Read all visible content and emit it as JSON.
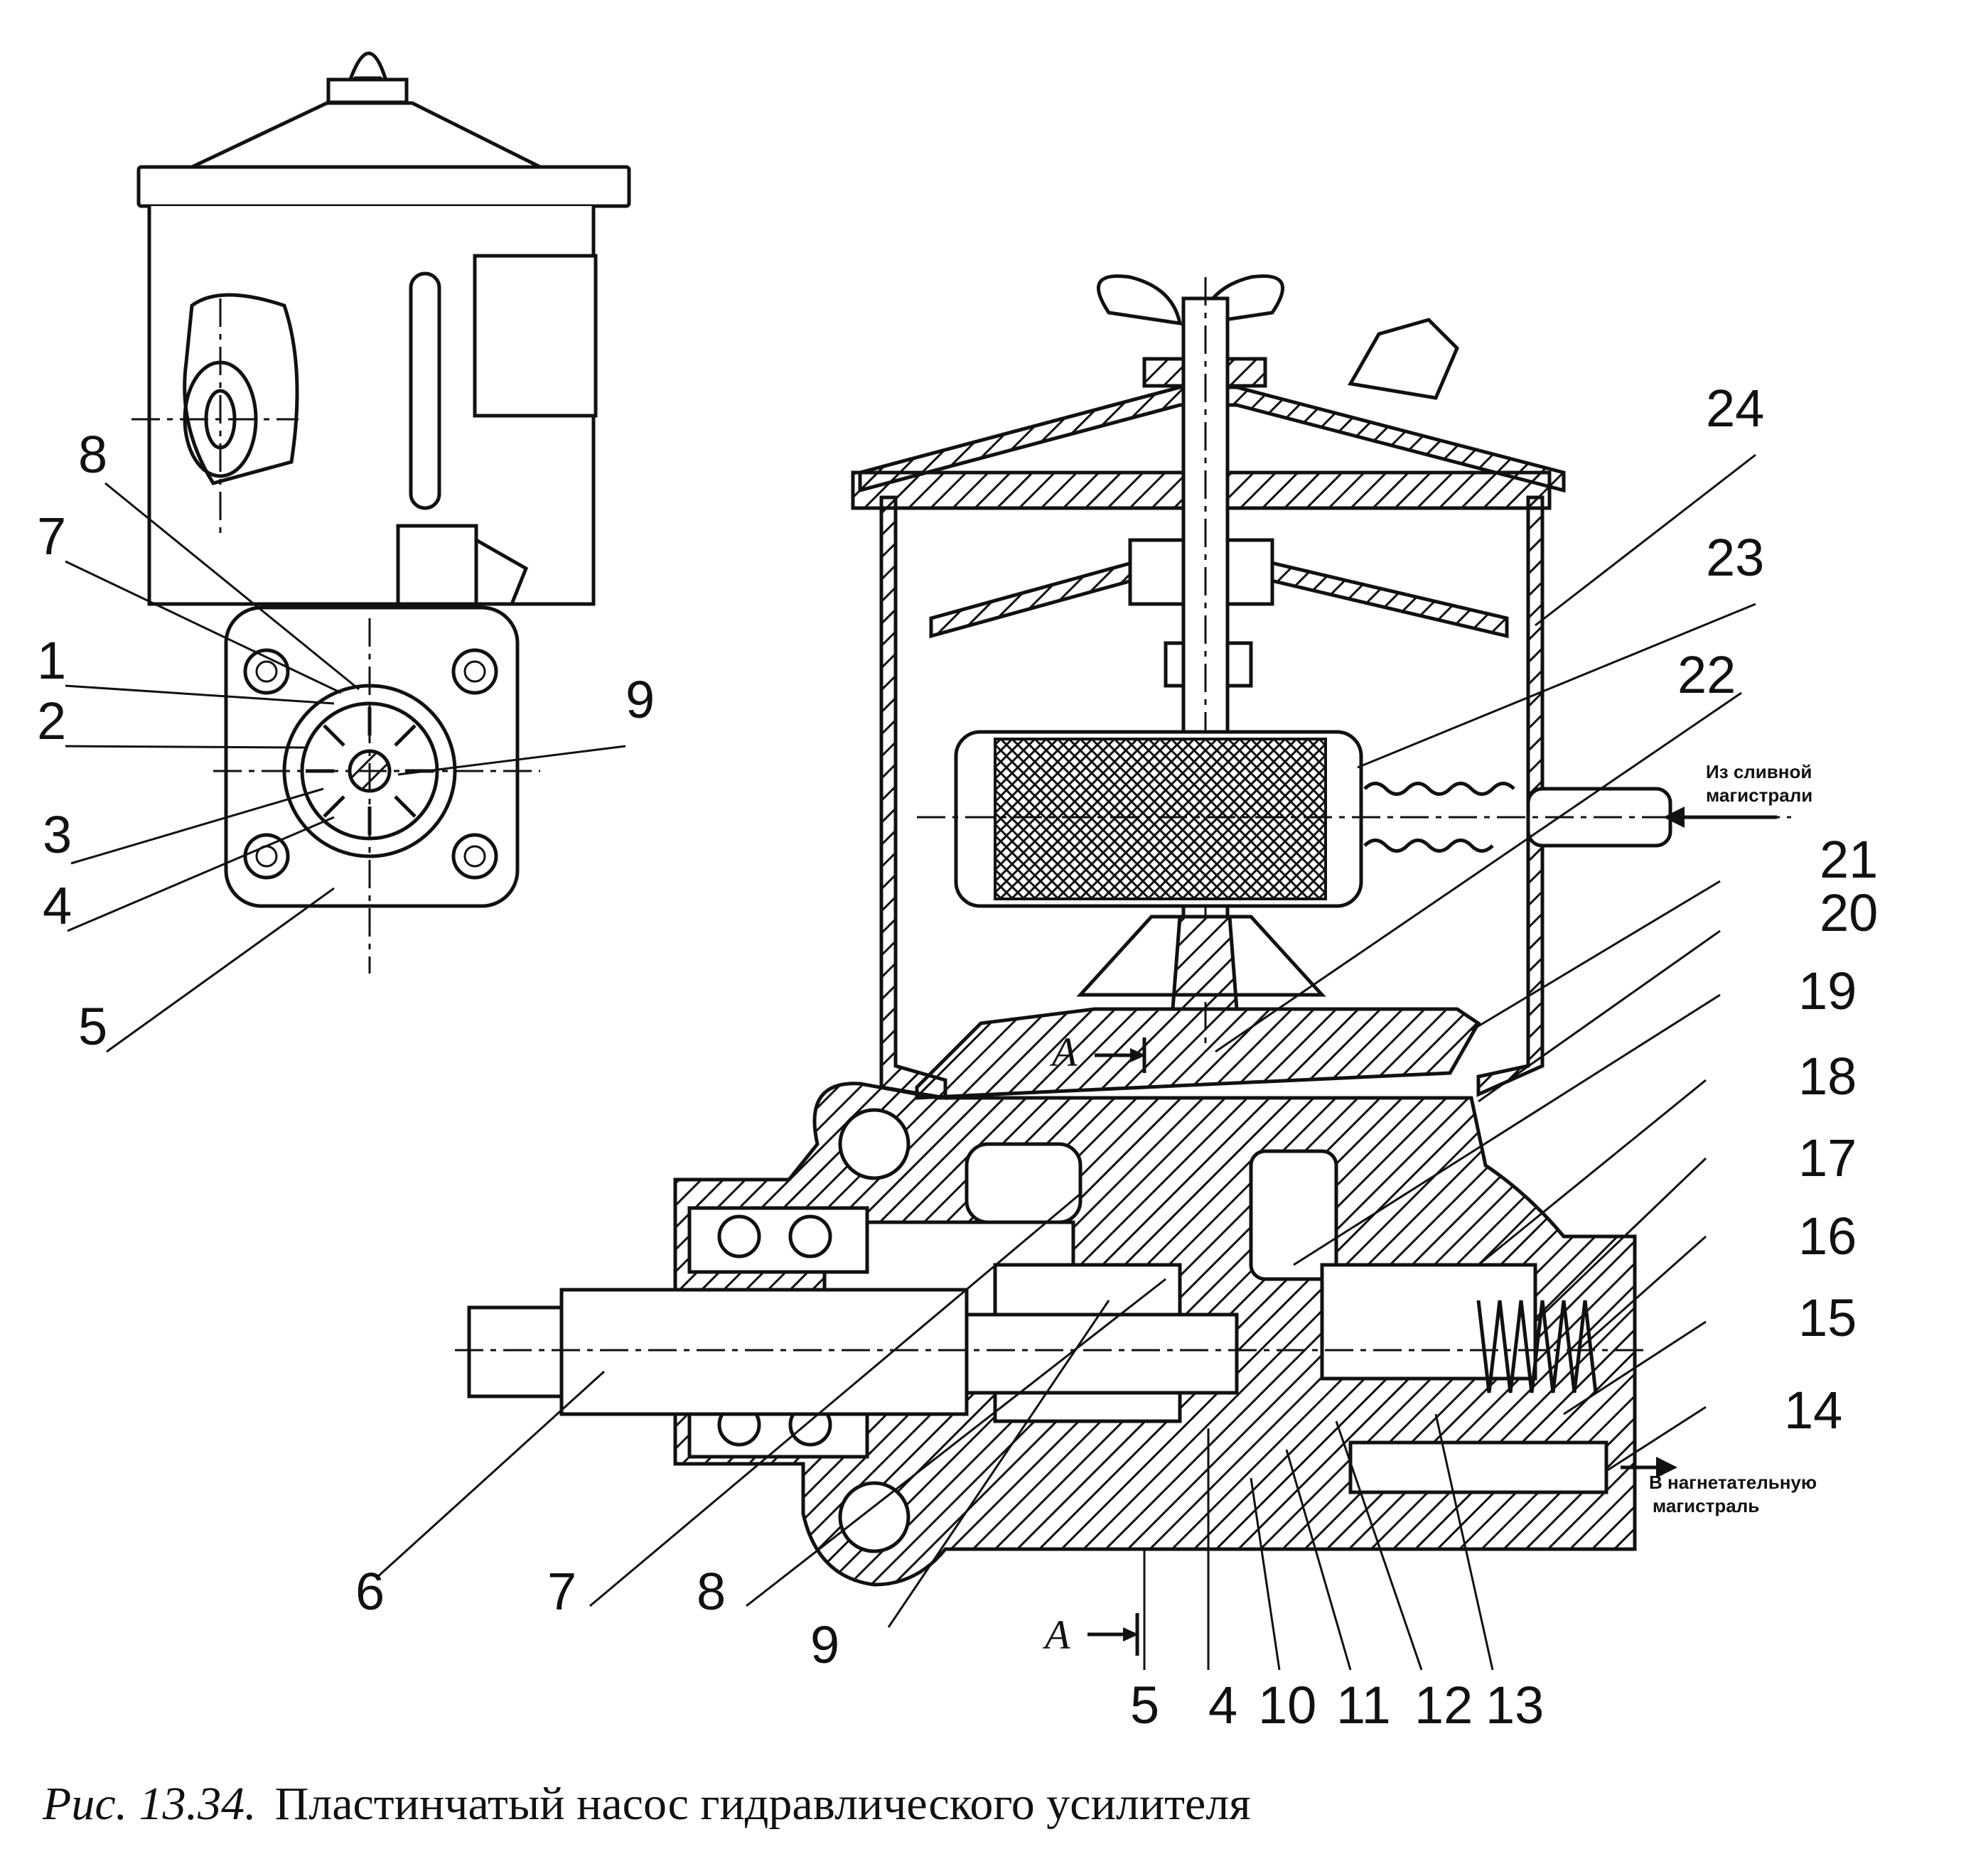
{
  "figure": {
    "caption_number": "Рис. 13.34.",
    "caption_text": "Пластинчатый насос гидравлического усилителя"
  },
  "annotations": {
    "inlet_line1": "Из сливной",
    "inlet_line2": "магистрали",
    "outlet_line1": "В нагнетательную",
    "outlet_line2": "магистраль",
    "section_top": "А",
    "section_bottom": "А"
  },
  "left_view_labels": [
    "8",
    "7",
    "1",
    "2",
    "3",
    "4",
    "5",
    "9"
  ],
  "right_view_labels": [
    "24",
    "23",
    "22",
    "21",
    "20",
    "19",
    "18",
    "17",
    "16",
    "15",
    "14",
    "13",
    "12",
    "11",
    "10",
    "4",
    "5",
    "9",
    "8",
    "7",
    "6"
  ],
  "colors": {
    "ink": "#111111",
    "paper": "#ffffff"
  }
}
